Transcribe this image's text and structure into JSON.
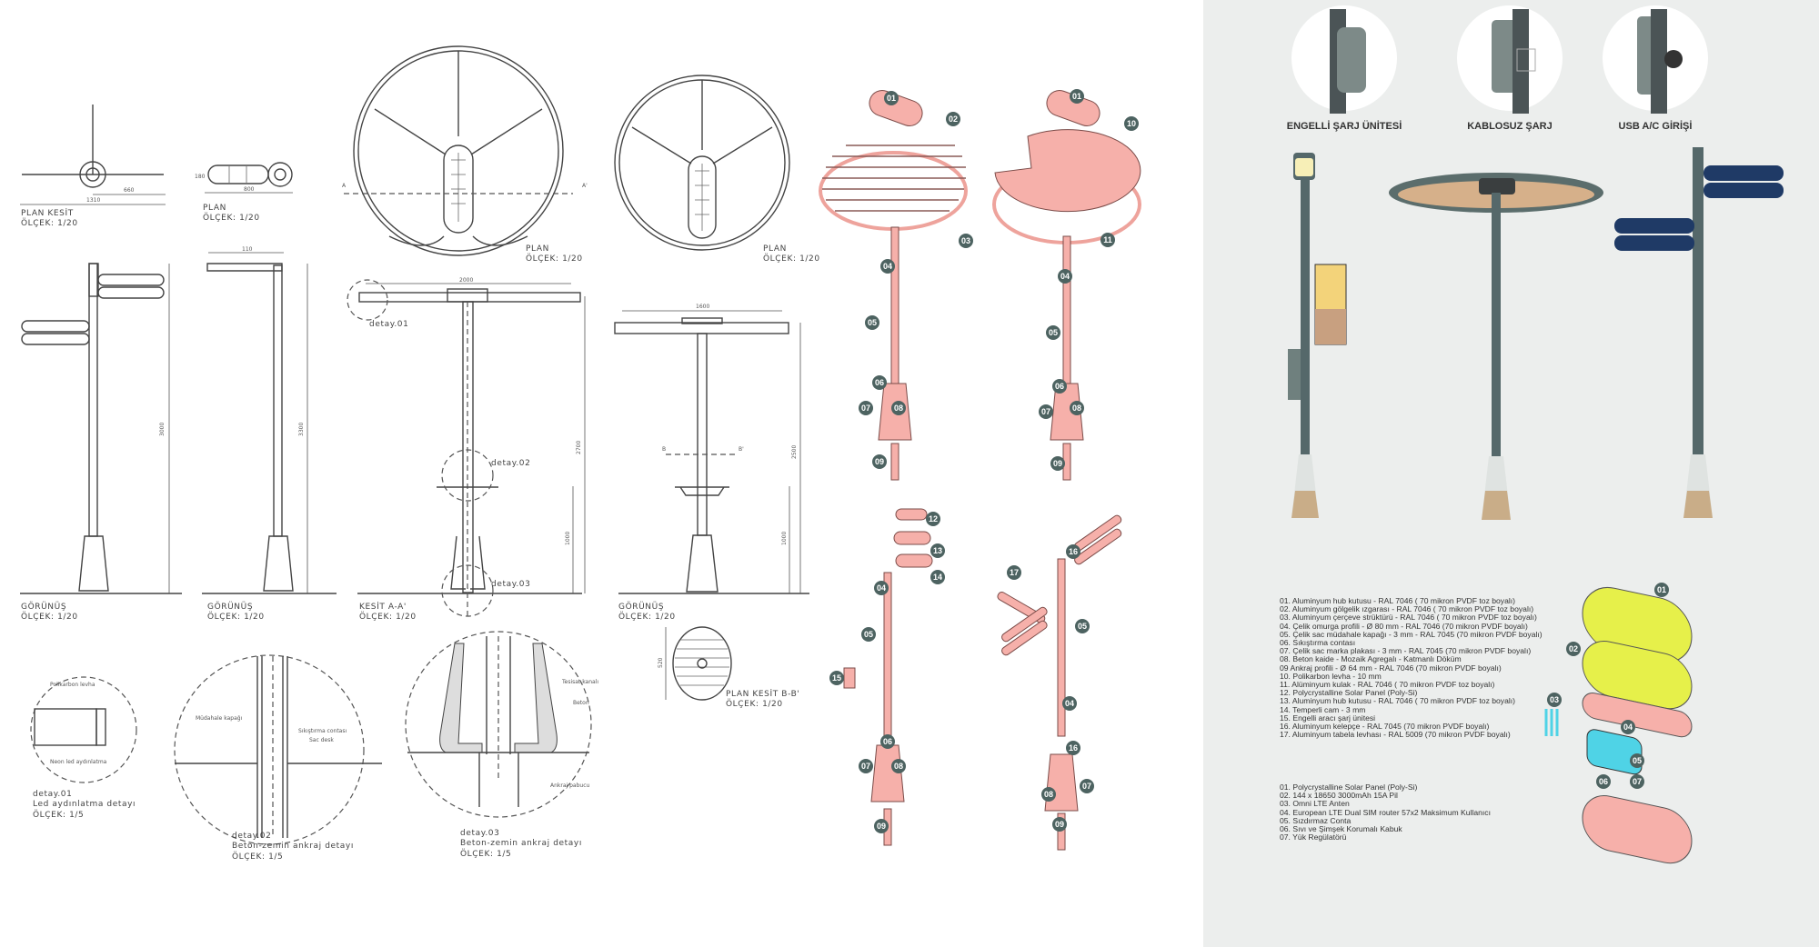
{
  "drawings": {
    "plan_kesit": {
      "title": "PLAN KESİT",
      "scale": "ÖLÇEK: 1/20",
      "dims": [
        "660",
        "1310"
      ]
    },
    "plan_small": {
      "title": "PLAN",
      "scale": "ÖLÇEK: 1/20",
      "dims": [
        "180",
        "800"
      ]
    },
    "plan_large": {
      "title": "PLAN",
      "scale": "ÖLÇEK: 1/20",
      "section_marks": [
        "A",
        "A'"
      ]
    },
    "plan_medium": {
      "title": "PLAN",
      "scale": "ÖLÇEK: 1/20"
    },
    "elev_1": {
      "title": "GÖRÜNÜŞ",
      "scale": "ÖLÇEK: 1/20",
      "dims": [
        "3000"
      ]
    },
    "elev_2": {
      "title": "GÖRÜNÜŞ",
      "scale": "ÖLÇEK: 1/20",
      "dims": [
        "110",
        "3300"
      ]
    },
    "section_aa": {
      "title": "KESİT A-A'",
      "scale": "ÖLÇEK: 1/20",
      "dims": [
        "2000",
        "2700",
        "1000"
      ],
      "details": [
        "detay.01",
        "detay.02",
        "detay.03"
      ]
    },
    "elev_4": {
      "title": "GÖRÜNÜŞ",
      "scale": "ÖLÇEK: 1/20",
      "dims": [
        "1600",
        "2500",
        "1000"
      ],
      "section_marks": [
        "B",
        "B'"
      ]
    },
    "plan_bb": {
      "title": "PLAN KESİT B-B'",
      "scale": "ÖLÇEK: 1/20",
      "dims": [
        "520"
      ]
    },
    "detail_1": {
      "title": "detay.01",
      "subtitle": "Led aydınlatma detayı",
      "scale": "ÖLÇEK: 1/5",
      "notes": [
        "Polikarbon levha",
        "Neon led aydınlatma"
      ]
    },
    "detail_2": {
      "title": "detay.02",
      "subtitle": "Beton-zemin ankraj detayı",
      "scale": "ÖLÇEK: 1/5",
      "notes": [
        "Müdahale kapağı",
        "Sıkıştırma contası",
        "Sac desk"
      ]
    },
    "detail_3": {
      "title": "detay.03",
      "subtitle": "Beton-zemin ankraj detayı",
      "scale": "ÖLÇEK: 1/5",
      "notes": [
        "Tesisat kanalı",
        "Beton",
        "Ankraj pabucu"
      ]
    }
  },
  "exploded": {
    "view1": [
      "01",
      "02",
      "03",
      "04",
      "05",
      "06",
      "07",
      "08",
      "09"
    ],
    "view2": [
      "01",
      "10",
      "11",
      "04",
      "05",
      "06",
      "07",
      "08",
      "09"
    ],
    "view3": [
      "12",
      "13",
      "14",
      "04",
      "05",
      "15",
      "06",
      "07",
      "08",
      "09"
    ],
    "view4": [
      "16",
      "17",
      "05",
      "04",
      "16",
      "07",
      "08",
      "09"
    ],
    "hub": [
      "01",
      "02",
      "03",
      "04",
      "05",
      "06",
      "07"
    ]
  },
  "features": [
    {
      "label": "ENGELLİ ŞARJ ÜNİTESİ"
    },
    {
      "label": "KABLOSUZ ŞARJ"
    },
    {
      "label": "USB A/C GİRİŞİ"
    }
  ],
  "parts_legend": [
    "01.  Aluminyum hub kutusu - RAL 7046 ( 70 mikron PVDF toz boyalı)",
    "02. Aluminyum gölgelik ızgarası - RAL 7046 ( 70 mikron PVDF toz boyalı)",
    "03. Aluminyum çerçeve strüktürü - RAL 7046 ( 70 mikron PVDF toz boyalı)",
    "04. Çelik omurga profili - Ø 80 mm - RAL 7046 (70 mikron PVDF boyalı)",
    "05. Çelik sac müdahale kapağı  - 3 mm - RAL 7045 (70 mikron PVDF boyalı)",
    "06. Sıkıştırma contası",
    "07. Çelik sac marka plakası - 3 mm - RAL 7045 (70 mikron PVDF boyalı)",
    "08. Beton kaide - Mozaik Agregalı - Katmanlı Döküm",
    "09  Ankraj profili - Ø 64 mm - RAL 7046 (70 mikron PVDF boyalı)",
    "10.  Polikarbon levha - 10 mm",
    "11. Alüminyum kulak - RAL 7046 ( 70 mikron PVDF toz boyalı)",
    "12. Polycrystalline Solar Panel (Poly-Si)",
    "13. Aluminyum hub kutusu - RAL 7046 ( 70 mikron PVDF toz boyalı)",
    "14. Temperli cam - 3 mm",
    "15. Engelli aracı şarj ünitesi",
    "16. Aluminyum kelepçe - RAL 7045 (70 mikron PVDF boyalı)",
    "17. Aluminyum tabela levhası - RAL 5009 (70 mikron PVDF boyalı)"
  ],
  "hub_legend": [
    "01. Polycrystalline Solar Panel (Poly-Si)",
    "02. 144 x 18650 3000mAh 15A Pil",
    "03. Omni LTE Anten",
    "04.  European LTE Dual SIM router 57x2 Maksimum Kullanıcı",
    "05. Sızdırmaz Conta",
    "06. Sıvı ve Şimşek Korumalı Kabuk",
    "07. Yük Regülatörü"
  ],
  "colors": {
    "panel_bg": "#eceeed",
    "exploded_pink": "#f6b0aa",
    "pole": "#55686a",
    "sign_navy": "#1f3a66",
    "solar_yellow": "#e6f04a",
    "hub_cyan": "#4fd3e6",
    "badge": "#4d6361"
  }
}
